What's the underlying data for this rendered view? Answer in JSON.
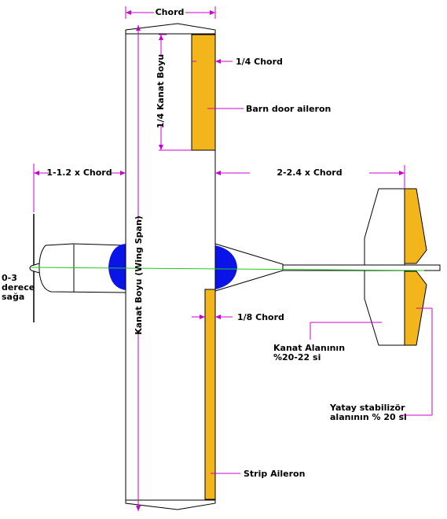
{
  "labels": {
    "chord": "Chord",
    "quarter_chord": "1/4 Chord",
    "quarter_span": "1/4 Kanat Boyu",
    "barn_door": "Barn door aileron",
    "nose_gap": "1-1.2 x Chord",
    "tail_gap": "2-2.4 x Chord",
    "wing_span": "Kanat Boyu (Wing Span)",
    "eighth_chord": "1/8 Chord",
    "thrust_line": [
      "0-3",
      "derece",
      "sağa"
    ],
    "wing_area_pct": [
      "Kanat Alanının",
      "%20-22 si"
    ],
    "stab_area_pct": [
      "Yatay stabilizör",
      "alanının % 20 si"
    ],
    "strip_aileron": "Strip Aileron"
  },
  "colors": {
    "aileron": "#F2B51B",
    "dimension": "#CC00CC",
    "canopy": "#0A14E6",
    "thrust_line": "#22C822",
    "outline": "#000000"
  }
}
